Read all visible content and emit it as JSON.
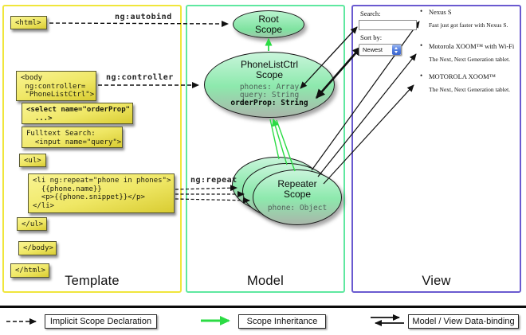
{
  "columns": {
    "template_label": "Template",
    "model_label": "Model",
    "view_label": "View"
  },
  "template": {
    "html_open": "<html>",
    "body_open": "<body\n ng:controller=\n \"PhoneListCtrl\">",
    "select_box": "<select name=\"orderProp\"\n  ...>",
    "fulltext_box": "Fulltext Search:\n  <input name=\"query\">",
    "ul_open": "<ul>",
    "li_repeat": "<li ng:repeat=\"phone in phones\">\n  {{phone.name}}\n  <p>{{phone.snippet}}</p>\n</li>",
    "ul_close": "</ul>",
    "body_close": "</body>",
    "html_close": "</html>"
  },
  "arrow_labels": {
    "autobind": "ng:autobind",
    "controller": "ng:controller",
    "repeat": "ng:repeat"
  },
  "model": {
    "root_scope": {
      "title": "Root\nScope"
    },
    "phonelist_scope": {
      "title": "PhoneListCtrl\nScope",
      "prop1": "phones: Array",
      "prop2": "query: String",
      "prop3": "orderProp: String"
    },
    "repeater_scope": {
      "title": "Repeater\nScope",
      "prop": "phone: Object"
    }
  },
  "view": {
    "search_label": "Search:",
    "search_value": "",
    "sort_label": "Sort by:",
    "sort_value": "Newest",
    "items": [
      {
        "name": "Nexus S",
        "desc": "Fast just got faster with Nexus S."
      },
      {
        "name": "Motorola XOOM™ with Wi-Fi",
        "desc": "The Next, Next Generation tablet."
      },
      {
        "name": "MOTOROLA XOOM™",
        "desc": "The Next, Next Generation tablet."
      }
    ]
  },
  "legend": {
    "implicit": "Implicit Scope Declaration",
    "inheritance": "Scope Inheritance",
    "binding": "Model / View Data-binding"
  },
  "colors": {
    "template_border": "#f0e63c",
    "model_border": "#5fe8a0",
    "view_border": "#6a5ad0",
    "scope_fill_top": "#c9f5db",
    "scope_fill_bottom": "#a9b6aa",
    "code_box_top": "#f9f492",
    "code_box_bottom": "#d9cc32",
    "green_arrow": "#2bdb44",
    "black_arrow": "#111111"
  }
}
